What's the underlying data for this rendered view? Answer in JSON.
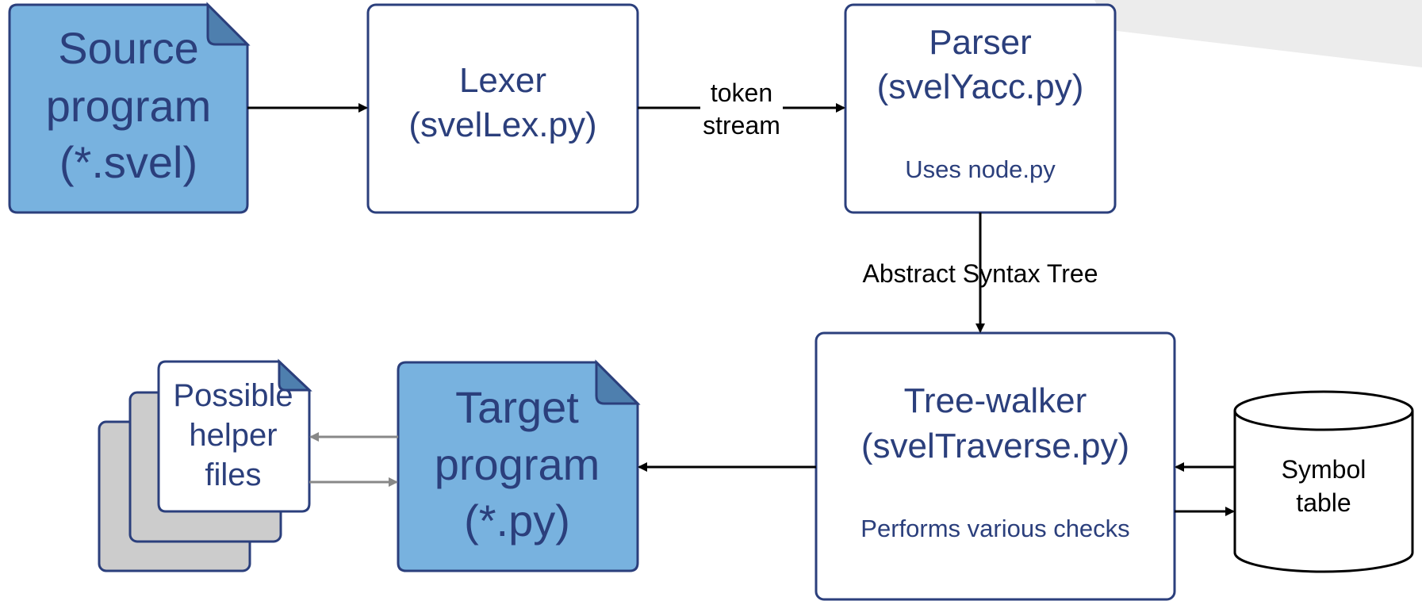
{
  "nodes": {
    "source": {
      "lines": [
        "Source",
        "program",
        "(*.svel)"
      ]
    },
    "lexer": {
      "lines": [
        "Lexer",
        "(svelLex.py)"
      ]
    },
    "parser": {
      "lines": [
        "Parser",
        "(svelYacc.py)"
      ],
      "note": "Uses node.py"
    },
    "walker": {
      "lines": [
        "Tree-walker",
        "(svelTraverse.py)"
      ],
      "note": "Performs various checks"
    },
    "target": {
      "lines": [
        "Target",
        "program",
        "(*.py)"
      ]
    },
    "helpers": {
      "lines": [
        "Possible",
        "helper",
        "files"
      ]
    },
    "symbol_table": {
      "lines": [
        "Symbol",
        "table"
      ]
    }
  },
  "edges": {
    "token_stream": {
      "lines": [
        "token",
        "stream"
      ]
    },
    "ast": {
      "label": "Abstract Syntax Tree"
    }
  },
  "colors": {
    "file_fill": "#78b2df",
    "file_fold": "#4e7fae",
    "border": "#2b3f7c",
    "text": "#2b3f7c",
    "arrow": "#000000",
    "gray_arrow": "#888888",
    "stack_fill": "#cccccc",
    "background_shape": "#ececec"
  }
}
